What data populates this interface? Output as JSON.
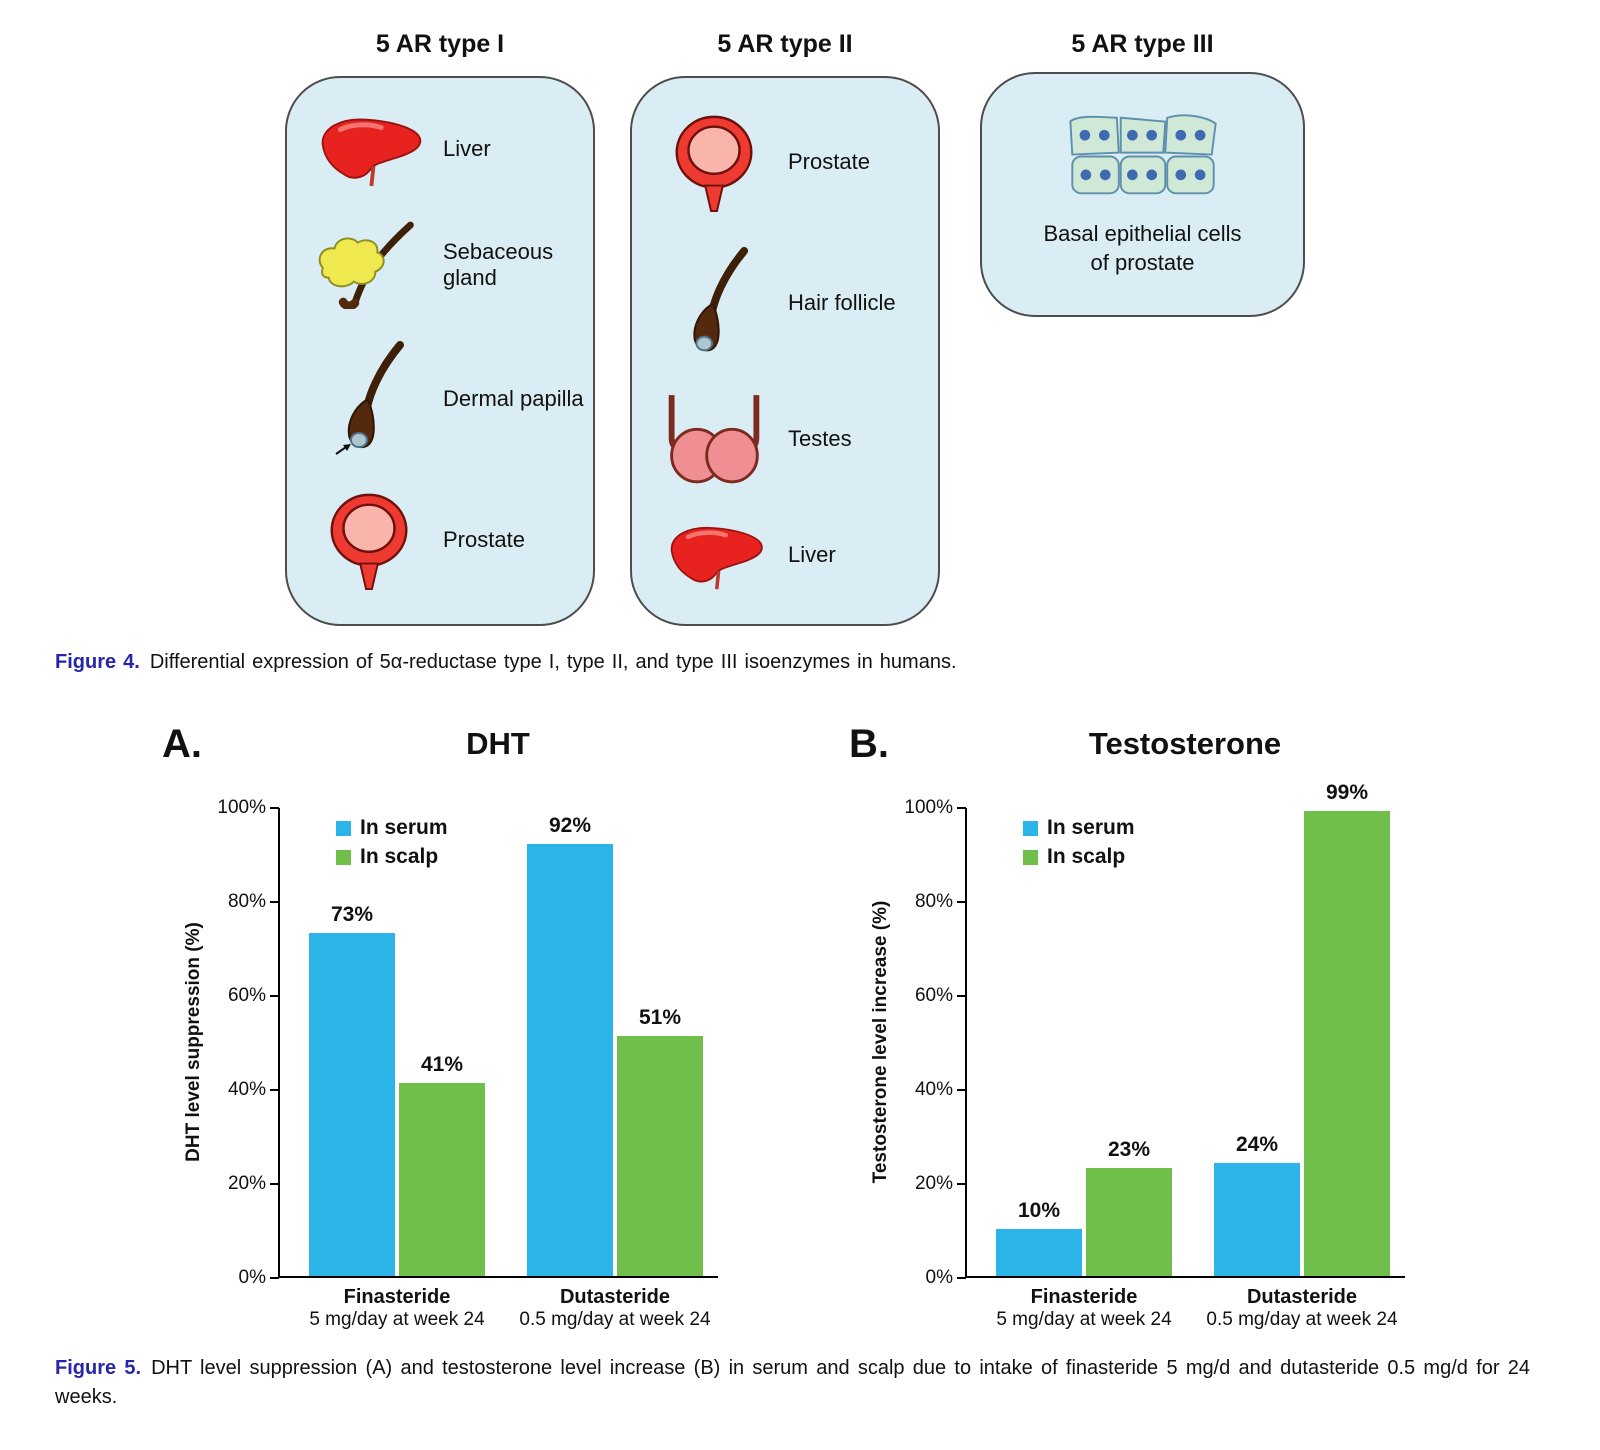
{
  "figure4": {
    "panels": [
      {
        "title": "5 AR type I",
        "items": [
          {
            "label": "Liver",
            "icon": "liver-icon"
          },
          {
            "label": "Sebaceous gland",
            "icon": "sebaceous-gland-icon"
          },
          {
            "label": "Dermal papilla",
            "icon": "dermal-papilla-icon"
          },
          {
            "label": "Prostate",
            "icon": "prostate-icon"
          }
        ]
      },
      {
        "title": "5 AR type II",
        "items": [
          {
            "label": "Prostate",
            "icon": "prostate-icon"
          },
          {
            "label": "Hair follicle",
            "icon": "hair-follicle-icon"
          },
          {
            "label": "Testes",
            "icon": "testes-icon"
          },
          {
            "label": "Liver",
            "icon": "liver-icon"
          }
        ]
      },
      {
        "title": "5 AR type III",
        "items": [
          {
            "label": "Basal epithelial cells of prostate",
            "icon": "basal-cells-icon"
          }
        ]
      }
    ],
    "caption_label": "Figure 4.",
    "caption_text": "Differential expression of 5α-reductase type I, type II, and type III isoenzymes in humans."
  },
  "figure5": {
    "caption_label": "Figure 5.",
    "caption_text": "DHT level suppression (A) and testosterone level increase (B) in serum and scalp due to intake of finasteride 5 mg/d and dutasteride 0.5 mg/d for 24 weeks."
  },
  "chart_data": [
    {
      "type": "bar",
      "panel_label": "A.",
      "title": "DHT",
      "ylabel": "DHT level suppression (%)",
      "ylim": [
        0,
        100
      ],
      "ytick_step": 20,
      "ytick_suffix": "%",
      "grid": false,
      "legend_position": "top-left",
      "categories": [
        {
          "name": "Finasteride",
          "dose": "5 mg/day at week 24"
        },
        {
          "name": "Dutasteride",
          "dose": "0.5 mg/day at week 24"
        }
      ],
      "series": [
        {
          "name": "In serum",
          "color": "#2ab4e8",
          "values": [
            73,
            92
          ]
        },
        {
          "name": "In scalp",
          "color": "#70bf4b",
          "values": [
            41,
            51
          ]
        }
      ]
    },
    {
      "type": "bar",
      "panel_label": "B.",
      "title": "Testosterone",
      "ylabel": "Testosterone level increase (%)",
      "ylim": [
        0,
        100
      ],
      "ytick_step": 20,
      "ytick_suffix": "%",
      "grid": false,
      "legend_position": "top-left",
      "categories": [
        {
          "name": "Finasteride",
          "dose": "5 mg/day at week 24"
        },
        {
          "name": "Dutasteride",
          "dose": "0.5 mg/day at week 24"
        }
      ],
      "series": [
        {
          "name": "In serum",
          "color": "#2ab4e8",
          "values": [
            10,
            24
          ]
        },
        {
          "name": "In scalp",
          "color": "#70bf4b",
          "values": [
            23,
            99
          ]
        }
      ]
    }
  ],
  "colors": {
    "serum_blue": "#2ab4e8",
    "scalp_green": "#70bf4b",
    "panel_bg": "#daedf4",
    "caption_label_blue": "#2626a8"
  }
}
